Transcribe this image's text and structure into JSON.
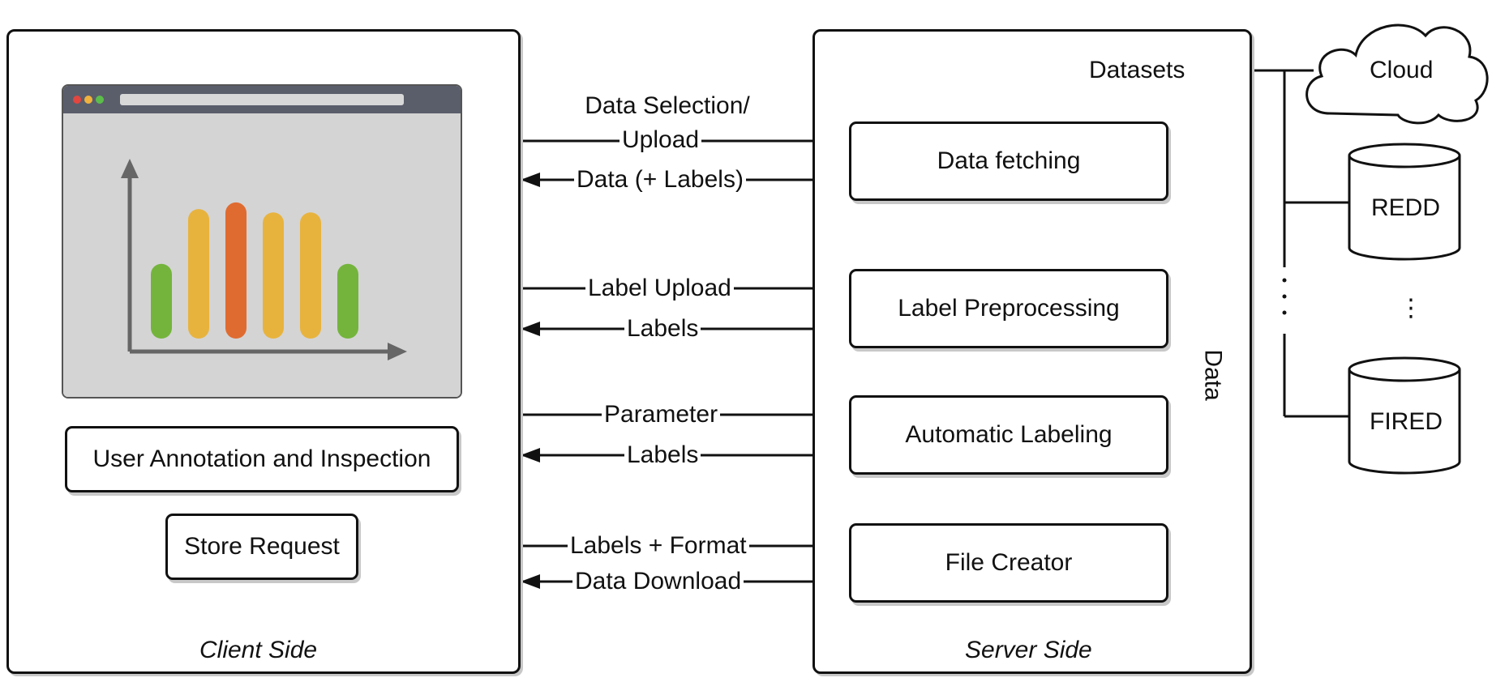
{
  "client": {
    "caption": "Client Side",
    "annotation_box": "User Annotation and Inspection",
    "store_box": "Store Request",
    "chart_data": {
      "type": "bar",
      "bars": [
        {
          "value": 0.45,
          "color": "#74b43c"
        },
        {
          "value": 0.78,
          "color": "#e8b33d"
        },
        {
          "value": 0.82,
          "color": "#e06b30"
        },
        {
          "value": 0.76,
          "color": "#e8b33d"
        },
        {
          "value": 0.76,
          "color": "#e8b33d"
        },
        {
          "value": 0.45,
          "color": "#74b43c"
        }
      ]
    }
  },
  "server": {
    "caption": "Server Side",
    "data_fetching": "Data fetching",
    "label_preprocessing": "Label Preprocessing",
    "automatic_labeling": "Automatic Labeling",
    "file_creator": "File Creator"
  },
  "arrows": {
    "data_selection_line1": "Data Selection/",
    "data_selection_line2": "Upload",
    "data_labels": "Data (+ Labels)",
    "label_upload": "Label Upload",
    "labels_1": "Labels",
    "parameter": "Parameter",
    "labels_2": "Labels",
    "labels_format": "Labels + Format",
    "data_download": "Data Download",
    "datasets": "Datasets",
    "data_vertical": "Data"
  },
  "sources": {
    "cloud": "Cloud",
    "redd": "REDD",
    "fired": "FIRED",
    "ellipsis": "⋮"
  },
  "colors": {
    "window_bar": "#5a5e6b",
    "window_bg": "#d4d4d4",
    "axis": "#666666"
  }
}
